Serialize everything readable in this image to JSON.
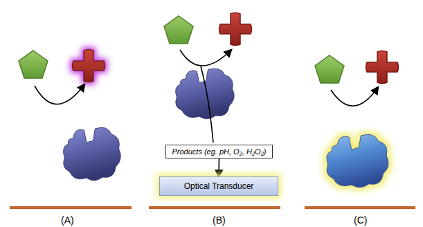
{
  "diagram": {
    "nodes": [
      {
        "text": [
          "Products (eg. pH, O₂, H₂O₂)"
        ]
      },
      {
        "text": [
          "Optical Transducer"
        ]
      }
    ],
    "edges": [
      {
        "from": 0,
        "to": 1,
        "arrow": "to"
      }
    ],
    "labels": [
      "(A)",
      "(B)",
      "(C)"
    ]
  }
}
